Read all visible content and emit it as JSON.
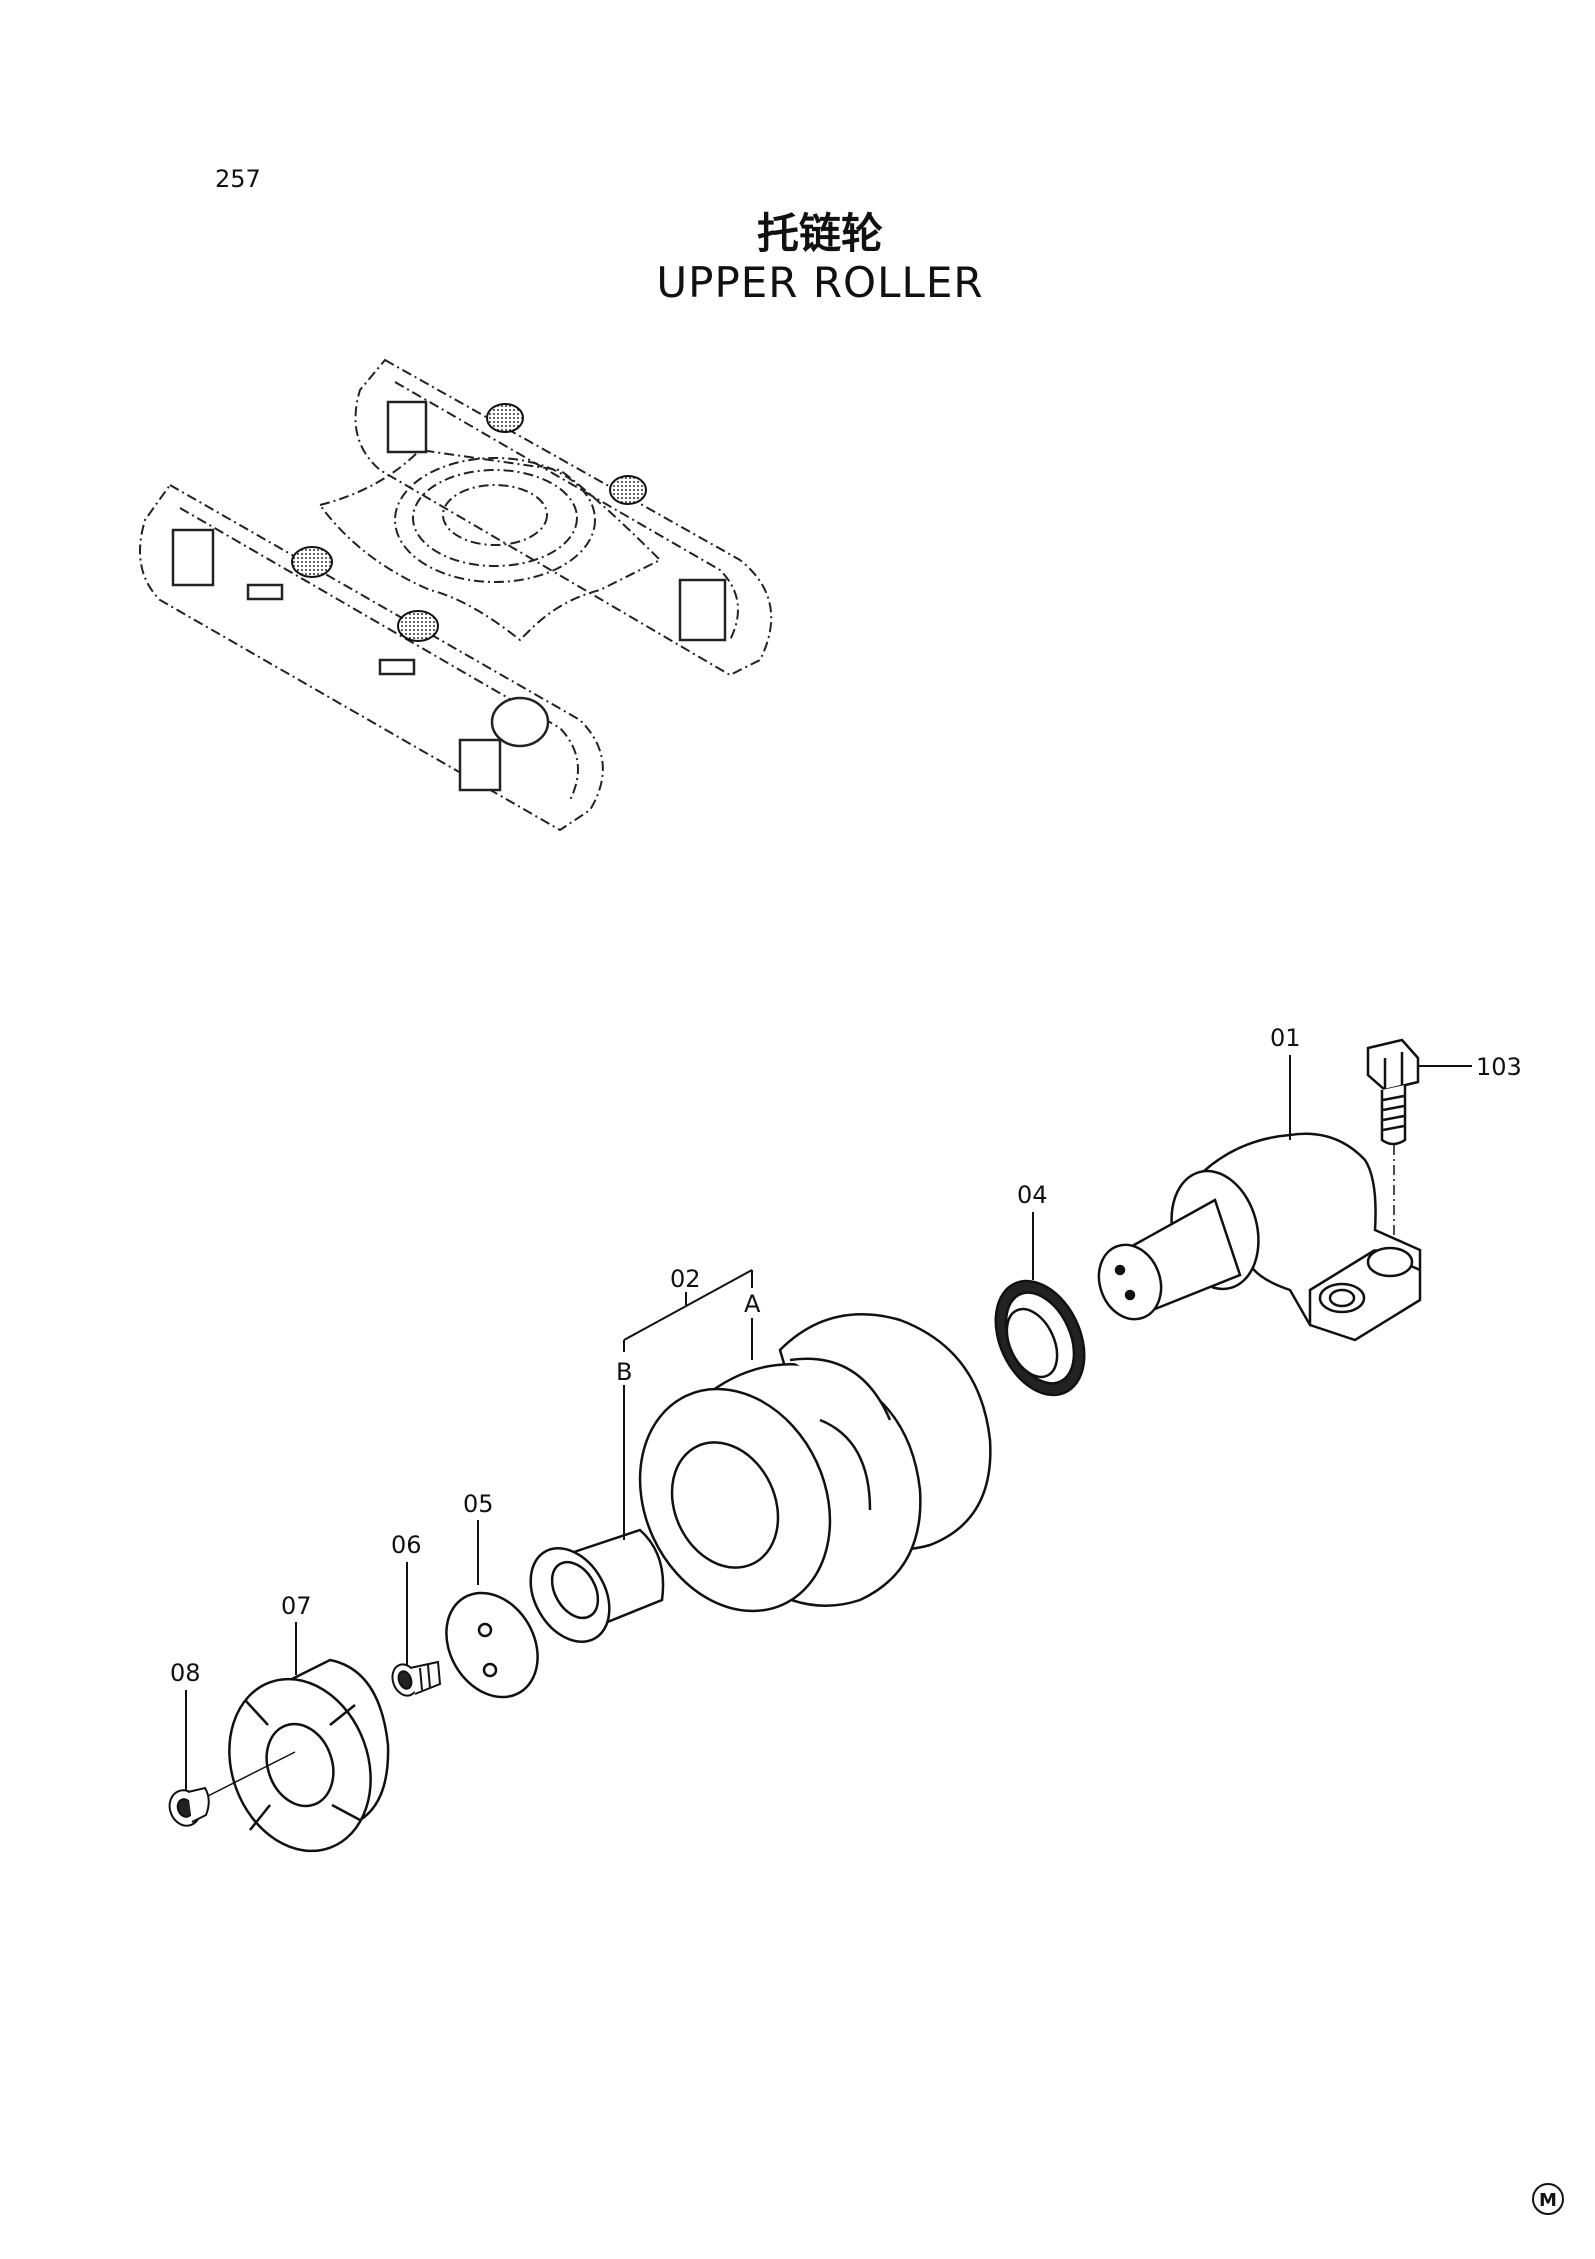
{
  "page_number": "257",
  "title_cn": "托链轮",
  "title_en": "UPPER ROLLER",
  "corner_mark": "M",
  "callouts": {
    "p01": "01",
    "p02": "02",
    "p02a": "A",
    "p02b": "B",
    "p04": "04",
    "p05": "05",
    "p06": "06",
    "p07": "07",
    "p08": "08",
    "p103": "103"
  }
}
